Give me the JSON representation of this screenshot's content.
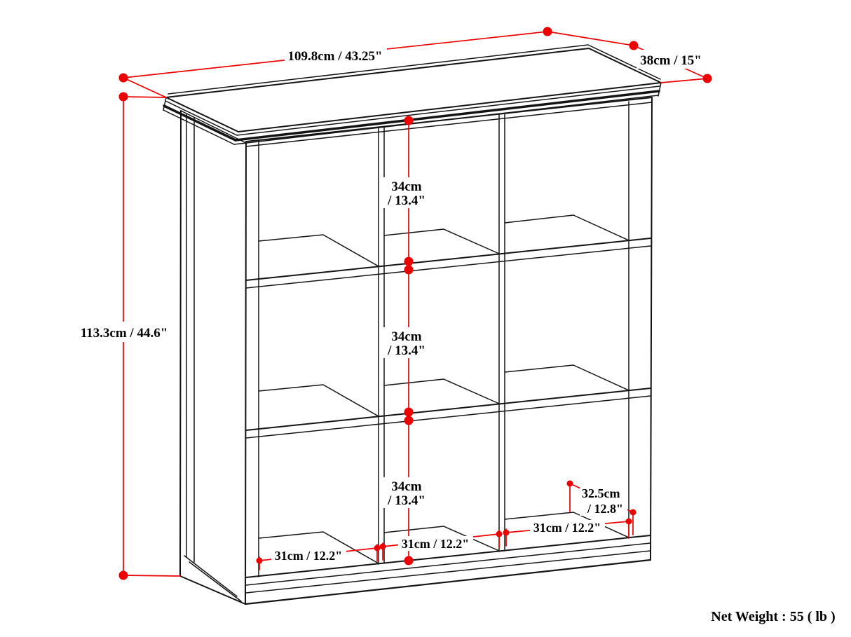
{
  "diagram": {
    "colors": {
      "dimension": "#ee0000",
      "line": "#141414",
      "background": "#ffffff"
    },
    "dimensions": {
      "width": {
        "label": "109.8cm / 43.25\""
      },
      "depth": {
        "label": "38cm / 15\""
      },
      "height": {
        "label": "113.3cm / 44.6\""
      },
      "cube_heights": [
        {
          "value": "34cm",
          "inches": "/ 13.4\""
        },
        {
          "value": "34cm",
          "inches": "/ 13.4\""
        },
        {
          "value": "34cm",
          "inches": "/ 13.4\""
        }
      ],
      "cube_widths": [
        {
          "label": "31cm / 12.2\""
        },
        {
          "label": "31cm / 12.2\""
        },
        {
          "label": "31cm / 12.2\""
        }
      ],
      "interior_depth": {
        "value": "32.5cm",
        "inches": "/ 12.8\""
      }
    },
    "net_weight": "Net Weight : 55 ( lb )"
  }
}
